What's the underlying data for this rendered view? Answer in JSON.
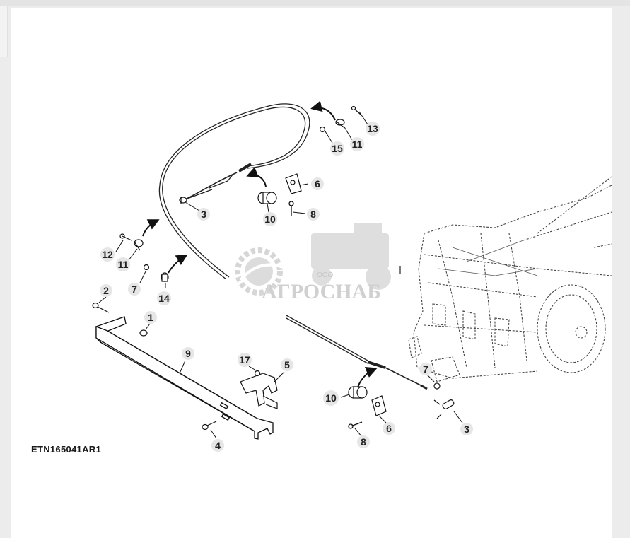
{
  "diagram": {
    "code": "ETN165041AR1",
    "watermark": {
      "brand": "АГРОСНАБ",
      "prefix": "ООО"
    },
    "callouts": [
      {
        "id": "c13a",
        "text": "13"
      },
      {
        "id": "c15",
        "text": "15"
      },
      {
        "id": "c11a",
        "text": "11"
      },
      {
        "id": "c6a",
        "text": "6"
      },
      {
        "id": "c3a",
        "text": "3"
      },
      {
        "id": "c10a",
        "text": "10"
      },
      {
        "id": "c8a",
        "text": "8"
      },
      {
        "id": "c12",
        "text": "12"
      },
      {
        "id": "c11b",
        "text": "11"
      },
      {
        "id": "c7a",
        "text": "7"
      },
      {
        "id": "c14",
        "text": "14"
      },
      {
        "id": "c2",
        "text": "2"
      },
      {
        "id": "c1",
        "text": "1"
      },
      {
        "id": "c9",
        "text": "9"
      },
      {
        "id": "c17",
        "text": "17"
      },
      {
        "id": "c5",
        "text": "5"
      },
      {
        "id": "c4",
        "text": "4"
      },
      {
        "id": "c7b",
        "text": "7"
      },
      {
        "id": "c10b",
        "text": "10"
      },
      {
        "id": "c6b",
        "text": "6"
      },
      {
        "id": "c3b",
        "text": "3"
      },
      {
        "id": "c8b",
        "text": "8"
      }
    ]
  }
}
